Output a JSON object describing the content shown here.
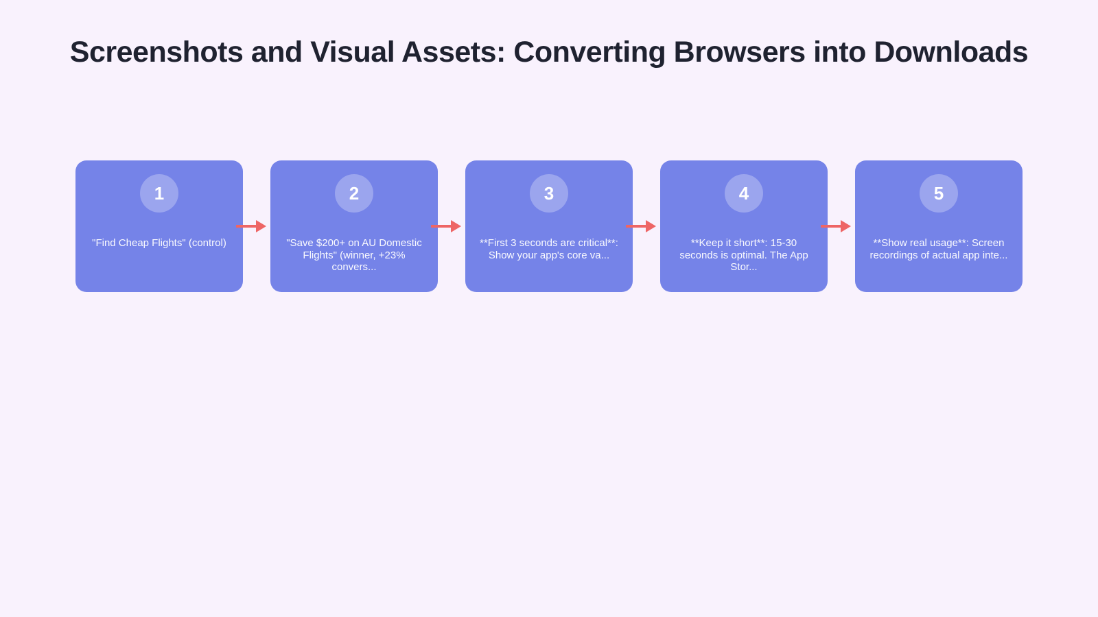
{
  "page": {
    "title": "Screenshots and Visual Assets: Converting Browsers into Downloads"
  },
  "flow": {
    "steps": [
      {
        "number": "1",
        "label": "\"Find Cheap Flights\" (control)"
      },
      {
        "number": "2",
        "label": "\"Save $200+ on AU Domestic Flights\" (winner, +23% convers..."
      },
      {
        "number": "3",
        "label": "**First 3 seconds are critical**: Show your app's core va..."
      },
      {
        "number": "4",
        "label": "**Keep it short**: 15-30 seconds is optimal. The App Stor..."
      },
      {
        "number": "5",
        "label": "**Show real usage**: Screen recordings of actual app inte..."
      }
    ]
  },
  "colors": {
    "background": "#f9f2fd",
    "title_text": "#1f2230",
    "card": "#7583e8",
    "card_text": "#ffffff",
    "circle": "#9ca7ee",
    "arrow": "#ee6565"
  }
}
